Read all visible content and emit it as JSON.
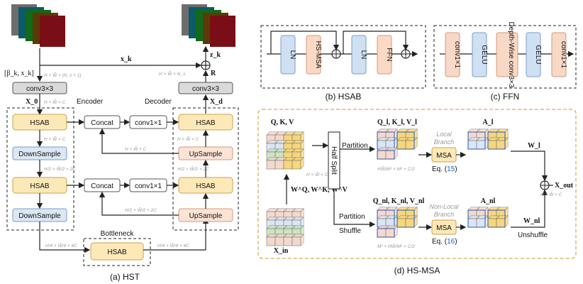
{
  "hst": {
    "caption": "(a) HST",
    "encoder_label": "Encoder",
    "decoder_label": "Decoder",
    "bottleneck_label": "Bottleneck",
    "conv_in": "conv3×3",
    "conv_out": "conv3×3",
    "hsab": "HSAB",
    "downsample": "DownSample",
    "upsample": "UpSample",
    "concat": "Concat",
    "conv1x1": "conv1×1",
    "input_label": "[β_k, x_k]",
    "x_k": "x_k",
    "z_k": "z_k",
    "X0": "X_0",
    "Xd": "X_d",
    "R": "R",
    "dims": {
      "d_in": "H × W̃ × (N_λ + 1)",
      "d_x0": "H × W̃ × C",
      "d_enc1": "H × W̃ × C",
      "d_enc2": "H/2 × W̃/2 × 2C",
      "d_enc3": "H/4 × W̃/4 × 4C",
      "d_mid1": "H × W̃ × C",
      "d_mid2": "H/2 × W̃/2 × 2C",
      "d_bn_in": "H/4 × W̃/4 × 4C",
      "d_bn_out": "H/4 × W̃/4 × 4C",
      "d_up1": "H/2 × W̃/2 × 2C",
      "d_up2": "H × W̃ × C",
      "d_out": "H × W̃ × N_λ"
    }
  },
  "hsab": {
    "caption": "(b) HSAB",
    "blocks": [
      "LN",
      "HS-MSA",
      "LN",
      "FFN"
    ]
  },
  "ffn": {
    "caption": "(c) FFN",
    "blocks": [
      "conv1×1",
      "GELU",
      "Depth-Wise conv3×3",
      "GELU",
      "conv1×1"
    ]
  },
  "hsmsa": {
    "caption": "(d) HS-MSA",
    "qkv": "Q, K, V",
    "half_split": "Half Split",
    "partition": "Partition",
    "partition_shuffle": [
      "Partition",
      "Shuffle"
    ],
    "local_branch": [
      "Local",
      "Branch"
    ],
    "nonlocal_branch": [
      "Non-Local",
      "Branch"
    ],
    "msa": "MSA",
    "eq_local": [
      "Eq. (",
      "15",
      ")"
    ],
    "eq_nonlocal": [
      "Eq. (",
      "16",
      ")"
    ],
    "q_l": "Q_l, K_l, V_l",
    "q_nl": "Q_nl, K_nl, V_nl",
    "a_l": "A_l",
    "a_nl": "A_nl",
    "w_l": "W_l",
    "w_nl": "W_nl",
    "w_qkv": "W^Q, W^K, W^V",
    "x_in": "X_in",
    "x_out": "X_out",
    "unshuffle": "Unshuffle",
    "d_out": "H × W̃ × C",
    "d_local": "HW̃/M² × M² × C/2",
    "d_nonlocal": "M² × HW̃/M² × C/2",
    "d_in": "H × W̃ × C"
  },
  "colors": {
    "hsab_fill": "#fde9b8",
    "down_fill": "#dce7f5",
    "up_fill": "#fbe3d5",
    "ln_fill": "#cfe0f3",
    "msa_fill": "#fbd9c4",
    "conv_fill": "#f8d8c6",
    "gelu_fill": "#cfe0f3",
    "border_orange": "#c99a2e"
  }
}
